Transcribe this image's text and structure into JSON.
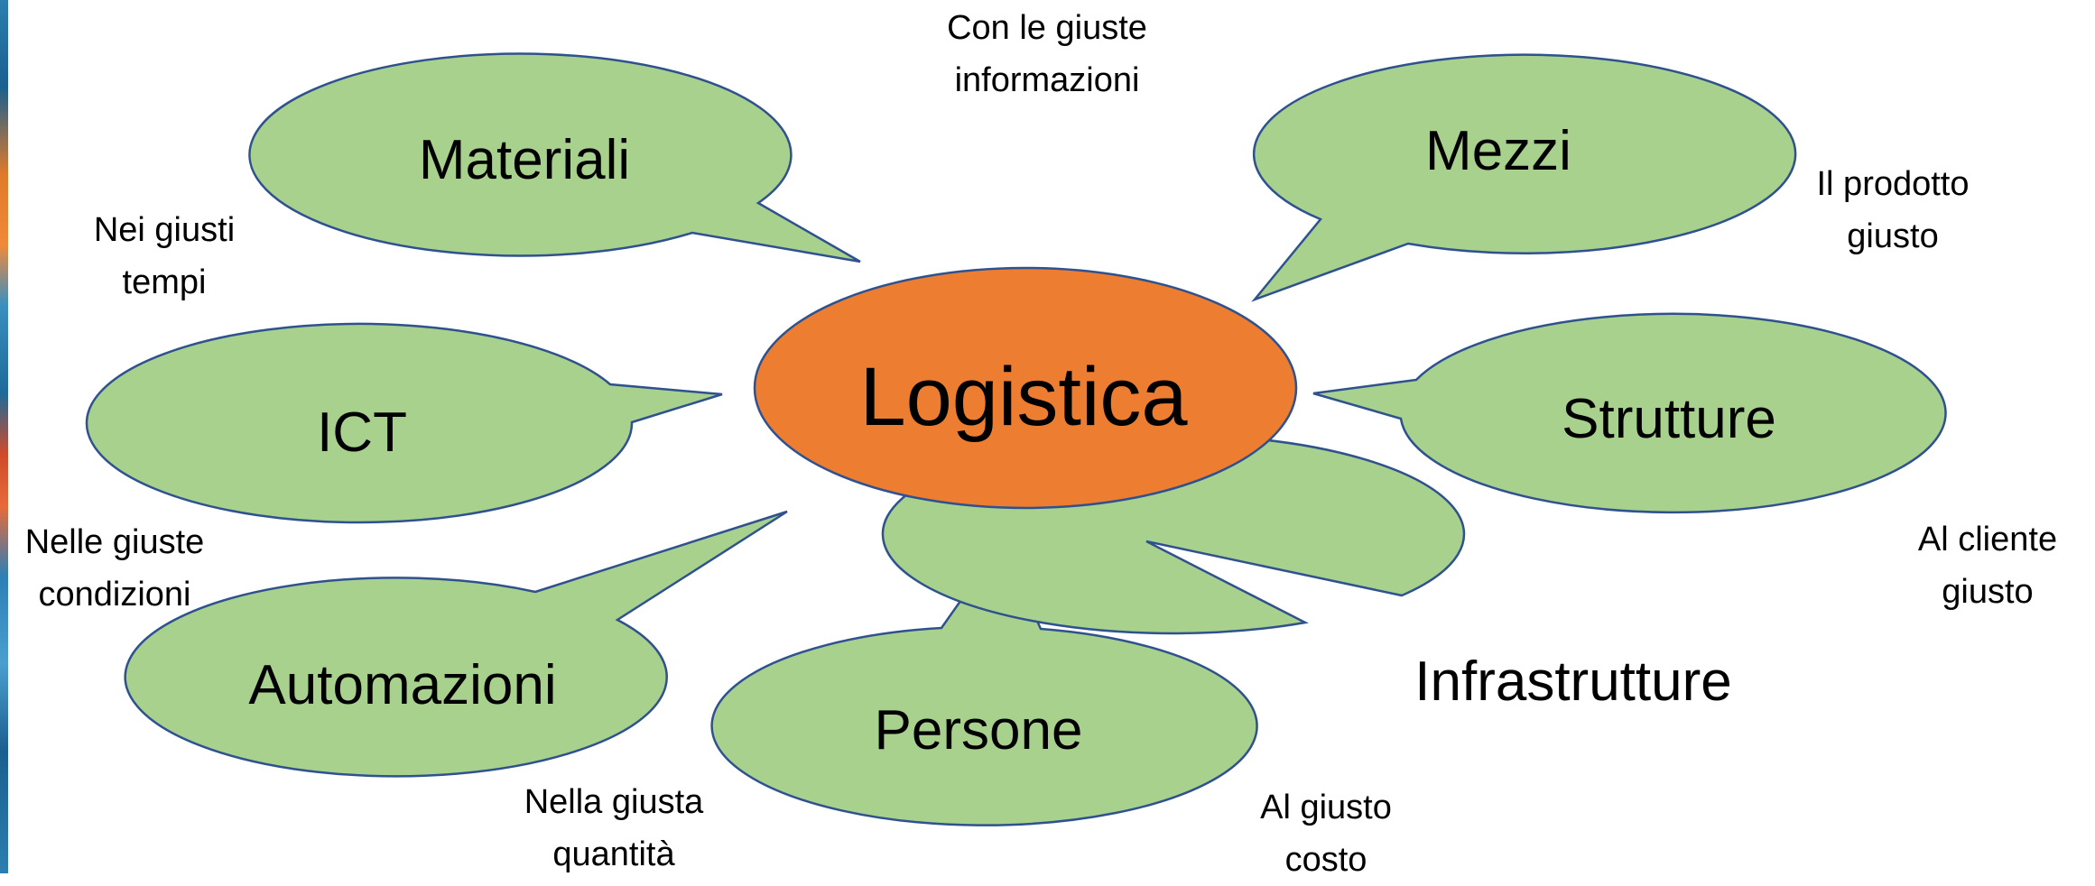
{
  "colors": {
    "hub_fill": "#ED7D31",
    "node_fill": "#A9D18E",
    "outline": "#2F528F"
  },
  "diagram": {
    "center": "Logistica",
    "nodes": {
      "materiali": "Materiali",
      "mezzi": "Mezzi",
      "ict": "ICT",
      "strutture": "Strutture",
      "automazioni": "Automazioni",
      "persone": "Persone",
      "infrastrutture": "Infrastrutture"
    },
    "notes": {
      "informazioni": [
        "Con le giuste",
        "informazioni"
      ],
      "tempi": [
        "Nei giusti",
        "tempi"
      ],
      "prodotto": [
        "Il prodotto",
        "giusto"
      ],
      "condizioni": [
        "Nelle giuste",
        "condizioni"
      ],
      "cliente": [
        "Al cliente",
        "giusto"
      ],
      "quantita": [
        "Nella giusta",
        "quantità"
      ],
      "costo": [
        "Al giusto",
        "costo"
      ]
    }
  }
}
